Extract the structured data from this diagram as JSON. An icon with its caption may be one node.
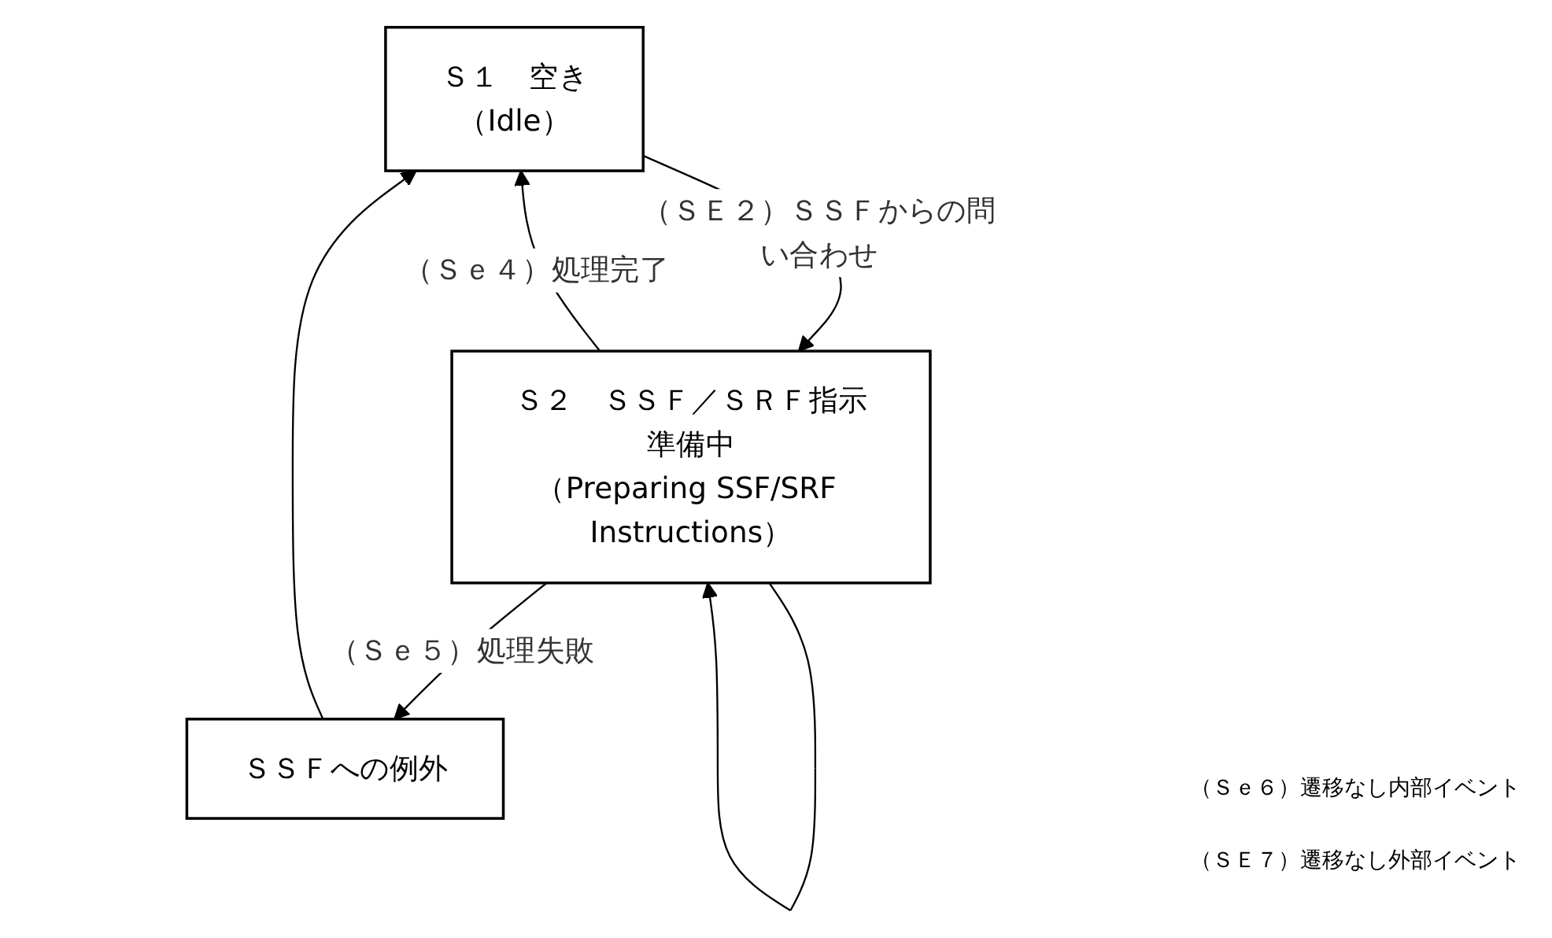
{
  "diagram": {
    "nodes": [
      {
        "text": [
          "Ｓ１　空き",
          "（Idle）"
        ]
      },
      {
        "text": [
          "ＳＳＦへの例外"
        ]
      },
      {
        "text": [
          "Ｓ２　ＳＳＦ／ＳＲＦ指示準備中",
          "（Preparing SSF/SRF Instructions）"
        ]
      }
    ],
    "edges": [
      {
        "from": 1,
        "to": 0,
        "arrow": "to"
      },
      {
        "from": 0,
        "to": 2,
        "arrow": "to",
        "label": "（ＳＥ２）ＳＳＦからの問い合わせ"
      },
      {
        "from": 2,
        "to": 0,
        "arrow": "to",
        "label": "（Ｓｅ４）処理完了"
      },
      {
        "from": 2,
        "to": 1,
        "arrow": "to",
        "label": "（Ｓｅ５）処理失敗"
      },
      {
        "from": 2,
        "to": 2,
        "arrow": "to"
      }
    ],
    "labels": [
      "（Ｓｅ６）遷移なし内部イベント",
      "（ＳＥ７）遷移なし外部イベント"
    ]
  }
}
